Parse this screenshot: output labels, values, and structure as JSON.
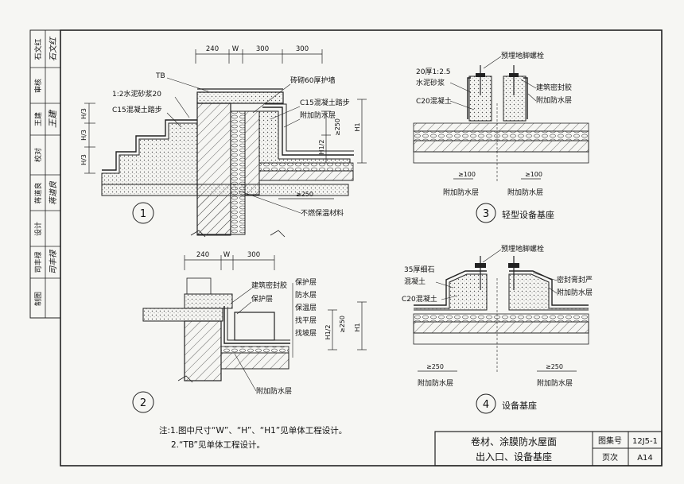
{
  "sidebar": {
    "items": [
      {
        "role": "石文红",
        "sign": "石文红"
      },
      {
        "role": "审核",
        "sign": ""
      },
      {
        "role": "王建",
        "sign": "王建"
      },
      {
        "role": "校对",
        "sign": ""
      },
      {
        "role": "蒋道良",
        "sign": "蒋道良"
      },
      {
        "role": "设计",
        "sign": ""
      },
      {
        "role": "司丰禄",
        "sign": "司丰禄"
      },
      {
        "role": "制图",
        "sign": ""
      }
    ]
  },
  "detail1": {
    "number": "1",
    "dims": {
      "d1": "240",
      "d2": "W",
      "d3": "300",
      "d4": "300"
    },
    "labels": {
      "tb": "TB",
      "mortar": "1:2水泥砂浆20",
      "step": "C15混凝土踏步",
      "wall": "砖砌60厚护墙",
      "step2": "C15混凝土踏步",
      "extra_waterproof": "附加防水层",
      "insulation": "不燃保温材料"
    },
    "side_dims": {
      "h1": "H/3",
      "h2": "H/3",
      "h3": "H/3",
      "hh": "H1/2",
      "g250": "≥250",
      "hall": "H1",
      "b250": "≥250"
    }
  },
  "detail2": {
    "number": "2",
    "dims": {
      "d1": "240",
      "d2": "W",
      "d3": "300"
    },
    "labels": {
      "sealant": "建筑密封胶",
      "protect": "保护层",
      "layers": [
        "保护层",
        "防水层",
        "保温层",
        "找平层",
        "找坡层"
      ],
      "extra_waterproof": "附加防水层"
    },
    "side_dims": {
      "hh": "H1/2",
      "g250": "≥250",
      "hall": "H1"
    }
  },
  "detail3": {
    "number": "3",
    "title": "轻型设备基座",
    "labels": {
      "mortar": "20厚1:2.5",
      "mortar2": "水泥砂浆",
      "concrete": "C20混凝土",
      "bolt": "预埋地脚螺栓",
      "sealant": "建筑密封胶",
      "extra_waterproof": "附加防水层",
      "left_bottom": "附加防水层",
      "right_bottom": "附加防水层"
    },
    "dims": {
      "left": "≥100",
      "right": "≥100"
    }
  },
  "detail4": {
    "number": "4",
    "title": "设备基座",
    "labels": {
      "fine_stone": "35厚细石",
      "concrete_word": "混凝土",
      "concrete": "C20混凝土",
      "bolt": "预埋地脚螺栓",
      "seal": "密封膏封严",
      "extra_waterproof": "附加防水层",
      "left_bottom": "附加防水层",
      "right_bottom": "附加防水层"
    },
    "dims": {
      "left": "≥250",
      "right": "≥250"
    }
  },
  "notes": {
    "line1": "注:1.图中尺寸“W”、“H”、“H1”见单体工程设计。",
    "line2": "2.“TB”见单体工程设计。"
  },
  "title_block": {
    "title_line1": "卷材、涂膜防水屋面",
    "title_line2": "出入口、设备基座",
    "atlas_label": "图集号",
    "atlas_value": "12J5-1",
    "page_label": "页次",
    "page_value": "A14"
  }
}
